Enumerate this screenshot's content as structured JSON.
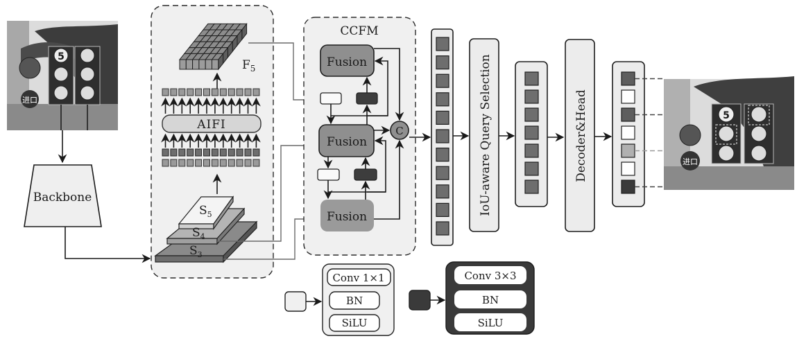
{
  "figure": {
    "title": "RT-DETR based traffic sign detection architecture",
    "input_image": {
      "semantic": "traffic-sign-photo",
      "sign_texts": [
        "5",
        "进口"
      ]
    },
    "output_image": {
      "semantic": "traffic-sign-detections-photo",
      "sign_texts": [
        "5",
        "进口"
      ]
    },
    "backbone": {
      "label": "Backbone"
    },
    "encoder": {
      "aifi_label": "AIFI",
      "feature_label": "F",
      "feature_sub": "5",
      "scales": [
        {
          "label": "S",
          "sub": "5"
        },
        {
          "label": "S",
          "sub": "4"
        },
        {
          "label": "S",
          "sub": "3"
        }
      ]
    },
    "ccfm": {
      "title": "CCFM",
      "fusion_label": "Fusion",
      "concat_label": "C"
    },
    "query_selection": {
      "label": "IoU-aware  Query  Selection"
    },
    "decoder": {
      "label": "Decoder&Head"
    },
    "output_queries": [
      "dark",
      "white",
      "dark",
      "white",
      "light",
      "white",
      "darkest"
    ],
    "legend": {
      "light_block": [
        "Conv  1×1",
        "BN",
        "SiLU"
      ],
      "dark_block": [
        "Conv  3×3",
        "BN",
        "SiLU"
      ]
    },
    "colors": {
      "panel_bg": "#f0f0f0",
      "fusion": "#8f8f8f",
      "cell_dark": "#6e6e6e",
      "legend_dark": "#3a3a3a"
    }
  }
}
